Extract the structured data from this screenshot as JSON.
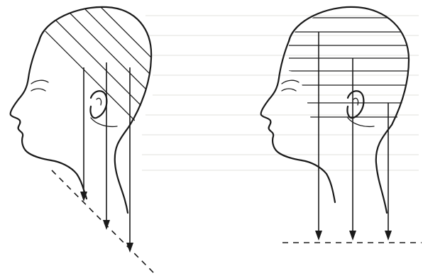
{
  "figure": {
    "panels": [
      {
        "id": "left",
        "sectioning": "diagonal",
        "projection_lines": 3,
        "baseline": "diagonal-dashed"
      },
      {
        "id": "right",
        "sectioning": "horizontal",
        "projection_lines": 3,
        "baseline": "horizontal-dashed"
      }
    ],
    "colors": {
      "ink": "#1a1a1a",
      "paper": "#ffffff"
    }
  }
}
